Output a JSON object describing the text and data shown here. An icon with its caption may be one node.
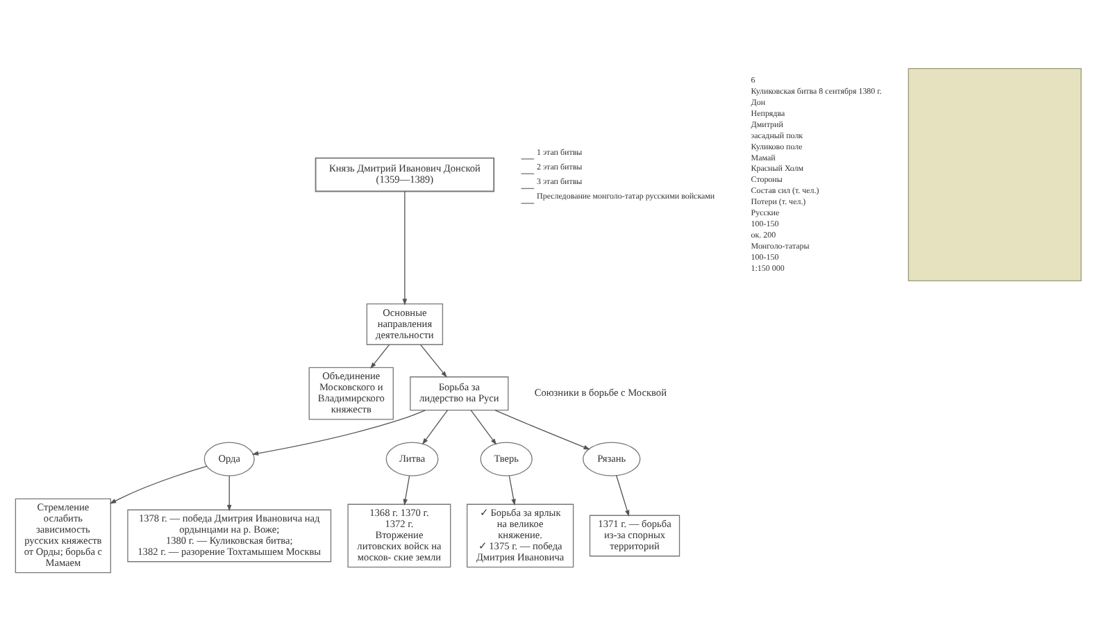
{
  "diagram": {
    "nodes": [
      {
        "text": [
          "Князь Дмитрий Иванович Донской (1359—1389)"
        ]
      },
      {
        "text": [
          "Основные направления деятельности"
        ]
      },
      {
        "text": [
          "Объединение Московского и Владимирского княжеств"
        ]
      },
      {
        "text": [
          "Борьба за лидерство на Руси"
        ]
      },
      {
        "text": [
          "Орда"
        ]
      },
      {
        "text": [
          "Литва"
        ]
      },
      {
        "text": [
          "Тверь"
        ]
      },
      {
        "text": [
          "Рязань"
        ]
      },
      {
        "text": [
          "Стремление ослабить зависимость русских княжеств от Орды; борьба с Мамаем"
        ]
      },
      {
        "text": [
          "1368 г. 1370 г. 1372 г.",
          "Вторжение литовских войск на москов- ские земли"
        ]
      },
      {
        "text": [
          "✓ Борьба за ярлык на великое княжение.",
          "✓ 1375 г. — победа Дмитрия Ивановича"
        ]
      },
      {
        "text": [
          "1371 г. — борьба из-за спорных территорий"
        ]
      },
      {
        "text": [
          "1378 г. — победа Дмитрия Ивановича над ордынцами на р. Воже;",
          "1380 г. — Куликовская битва;",
          "1382 г. — разорение Тохтамышем Москвы"
        ]
      },
      {
        "text": [],
        "shape": "box"
      }
    ],
    "edges": [
      {
        "from": 0,
        "to": 1,
        "arrow": "to"
      },
      {
        "from": 1,
        "to": 2,
        "arrow": "to"
      },
      {
        "from": 1,
        "to": 3,
        "arrow": "to"
      },
      {
        "from": 3,
        "to": 4,
        "arrow": "to"
      },
      {
        "from": 3,
        "to": 5,
        "arrow": "to"
      },
      {
        "from": 3,
        "to": 6,
        "arrow": "to"
      },
      {
        "from": 3,
        "to": 7,
        "arrow": "to"
      },
      {
        "from": 4,
        "to": 8,
        "arrow": "to"
      },
      {
        "from": 5,
        "to": 9,
        "arrow": "to"
      },
      {
        "from": 6,
        "to": 10,
        "arrow": "to"
      },
      {
        "from": 7,
        "to": 11,
        "arrow": "to"
      },
      {
        "from": 4,
        "to": 12,
        "arrow": "to"
      }
    ],
    "labels": [
      "Союзники в борьбе с Москвой",
      "6",
      "Куликовская битва 8 сентября 1380 г.",
      "Дон",
      "Непрядва",
      "Дмитрий",
      "засадный полк",
      "Куликово поле",
      "Мамай",
      "Красный Холм",
      "Стороны",
      "Состав сил (т. чел.)",
      "Потери (т. чел.)",
      "Русские",
      "100-150",
      "ок. 200",
      "Монголо-татары",
      "100-150",
      "1:150 000"
    ],
    "legend": [
      {
        "text": "1 этап битвы"
      },
      {
        "text": "2 этап битвы"
      },
      {
        "text": "3 этап битвы"
      },
      {
        "text": "Преследование монголо-татар русскими войсками"
      }
    ]
  }
}
